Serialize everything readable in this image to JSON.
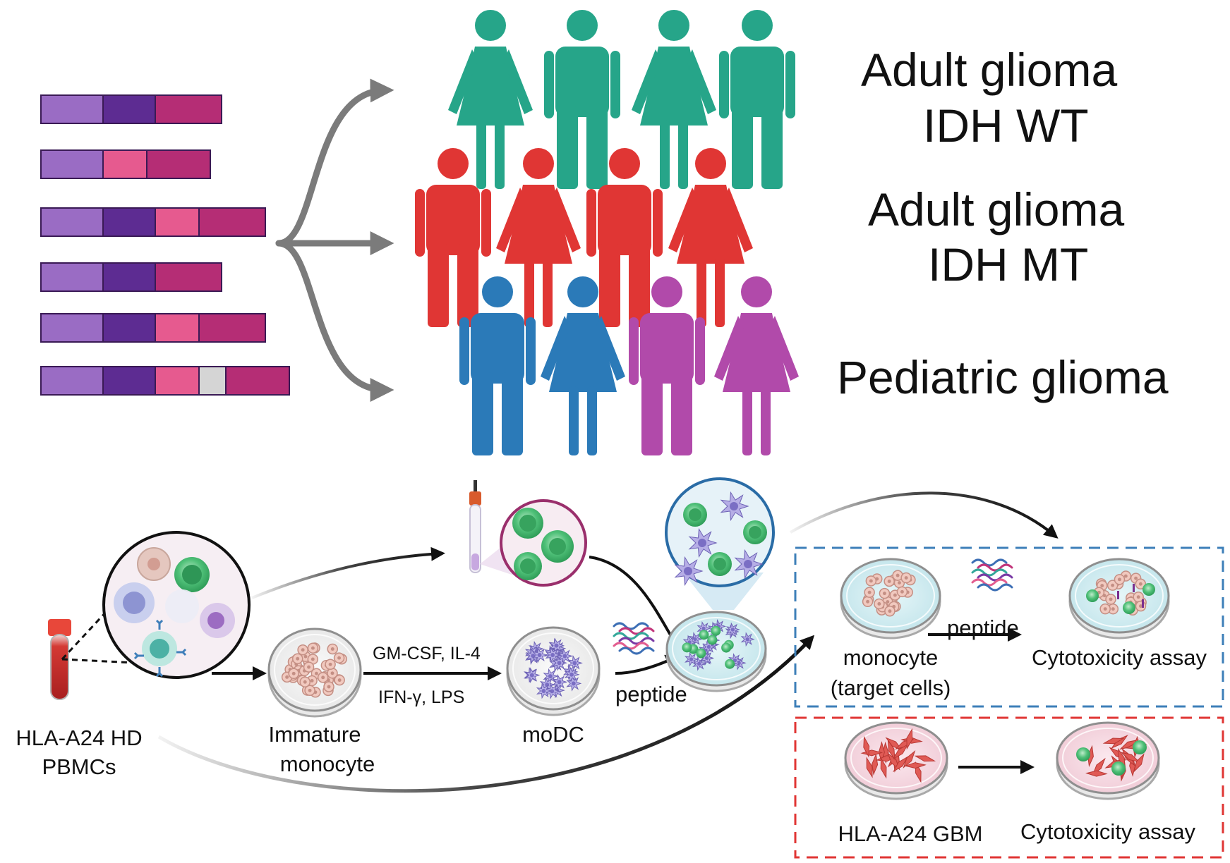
{
  "groups": {
    "idh_wt_line1": "Adult glioma",
    "idh_wt_line2": "IDH WT",
    "idh_mt_line1": "Adult glioma",
    "idh_mt_line2": "IDH MT",
    "pediatric": "Pediatric glioma"
  },
  "workflow": {
    "pbmc_line1": "HLA-A24 HD",
    "pbmc_line2": "PBMCs",
    "immature_line1": "Immature",
    "immature_line2": "monocyte",
    "cytokines_top": "GM-CSF, IL-4",
    "cytokines_bottom": "IFN-γ, LPS",
    "modc": "moDC",
    "peptide_modc": "peptide",
    "peptide_target": "peptide",
    "monocyte_line1": "monocyte",
    "monocyte_line2": "(target cells)",
    "cytotox_blue": "Cytotoxicity assay",
    "gbm": "HLA-A24 GBM",
    "cytotox_red": "Cytotoxicity assay"
  },
  "colors": {
    "teal": "#26a589",
    "red": "#e03634",
    "blue": "#2b7ab8",
    "magenta": "#b14aaa",
    "bar_light": "#9a6cc4",
    "bar_dark": "#5d2c92",
    "bar_pink": "#e65a8f",
    "bar_berry": "#b52d75",
    "bar_gray": "#d5d5d5",
    "box_blue": "#3d7fb8",
    "box_red": "#e03634"
  }
}
